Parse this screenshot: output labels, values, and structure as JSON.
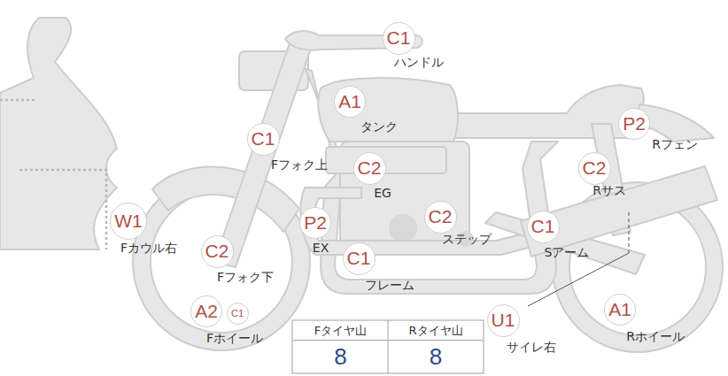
{
  "diagram": {
    "nodes": [
      {
        "text": [
          "C1",
          "ハンドル"
        ]
      },
      {
        "text": [
          "A1",
          "タンク"
        ]
      },
      {
        "text": [
          "P2",
          "Rフェン"
        ]
      },
      {
        "text": [
          "C1",
          "Fフォク上"
        ]
      },
      {
        "text": [
          "C2",
          "EG"
        ]
      },
      {
        "text": [
          "C2",
          "Rサス"
        ]
      },
      {
        "text": [
          "C2",
          "ステップ"
        ]
      },
      {
        "text": [
          "W1",
          "Fカウル右"
        ]
      },
      {
        "text": [
          "P2",
          "EX"
        ]
      },
      {
        "text": [
          "C1",
          "Sアーム"
        ]
      },
      {
        "text": [
          "C2",
          "Fフォク下"
        ]
      },
      {
        "text": [
          "C1",
          "フレーム"
        ]
      },
      {
        "text": [
          "A2",
          "Fホイール"
        ]
      },
      {
        "text": [
          "C1"
        ]
      },
      {
        "text": [
          "U1",
          "サイレ右"
        ]
      },
      {
        "text": [
          "A1",
          "Rホイール"
        ]
      }
    ],
    "labels": [
      "Fタイヤ山",
      "Rタイヤ山",
      "8",
      "8"
    ]
  }
}
